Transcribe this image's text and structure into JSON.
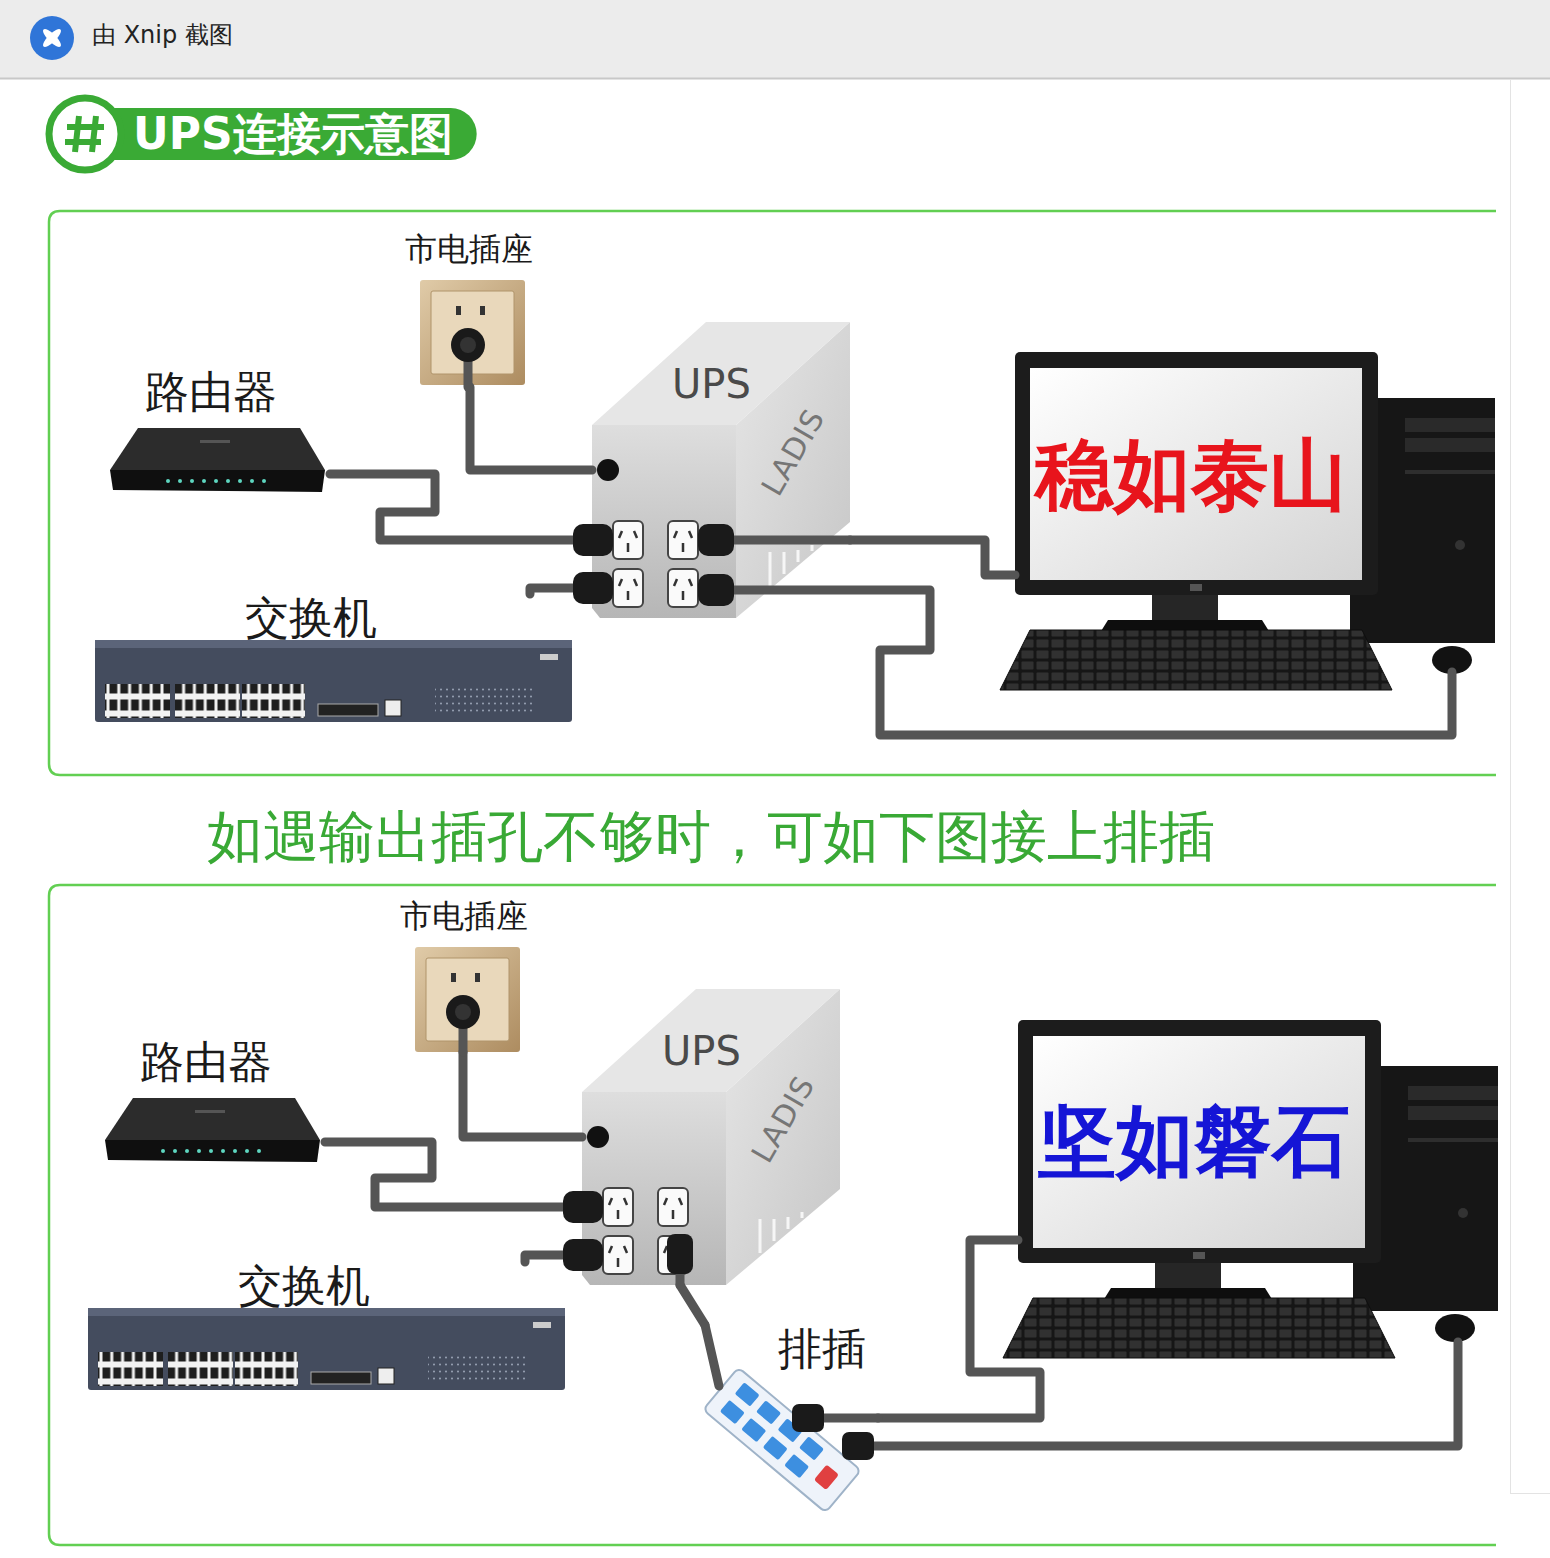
{
  "diagram": {
    "title": "UPS连接示意图",
    "nodes": [
      {
        "text": [
          "市电插座"
        ]
      },
      {
        "text": [
          "路由器"
        ]
      },
      {
        "text": [
          "UPS",
          "LADIS"
        ]
      },
      {
        "text": [
          "稳如泰山"
        ]
      },
      {
        "text": [
          "交换机"
        ]
      },
      {
        "text": [
          "市电插座"
        ]
      },
      {
        "text": [
          "路由器"
        ]
      },
      {
        "text": [
          "UPS",
          "LADIS"
        ]
      },
      {
        "text": [
          "坚如磐石"
        ]
      },
      {
        "text": [
          "交换机"
        ]
      },
      {
        "text": [
          "排插"
        ]
      }
    ],
    "edges": [
      {
        "from": 0,
        "to": 2,
        "arrow": "none"
      },
      {
        "from": 1,
        "to": 2,
        "arrow": "none"
      },
      {
        "from": 4,
        "to": 2,
        "arrow": "none"
      },
      {
        "from": 2,
        "to": 3,
        "arrow": "none"
      },
      {
        "from": 5,
        "to": 7,
        "arrow": "none"
      },
      {
        "from": 6,
        "to": 7,
        "arrow": "none"
      },
      {
        "from": 9,
        "to": 7,
        "arrow": "none"
      },
      {
        "from": 7,
        "to": 10,
        "arrow": "none"
      },
      {
        "from": 10,
        "to": 8,
        "arrow": "none"
      }
    ],
    "labels": [
      "由 Xnip 截图",
      "如遇输出插孔不够时，可如下图接上排插"
    ]
  }
}
